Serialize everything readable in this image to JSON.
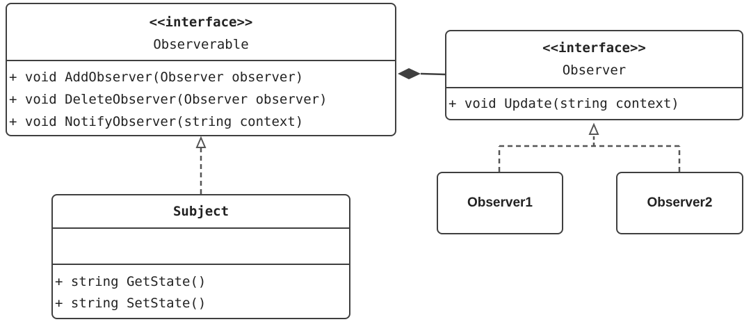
{
  "observerable": {
    "stereotype": "<<interface>>",
    "name": "Observerable",
    "methods": [
      "+ void AddObserver(Observer observer)",
      "+ void DeleteObserver(Observer observer)",
      "+ void NotifyObserver(string context)"
    ]
  },
  "observer": {
    "stereotype": "<<interface>>",
    "name": "Observer",
    "methods": [
      "+ void Update(string context)"
    ]
  },
  "subject": {
    "name": "Subject",
    "attributes": [],
    "methods": [
      "+ string GetState()",
      "+ string SetState()"
    ]
  },
  "observer1": {
    "name": "Observer1"
  },
  "observer2": {
    "name": "Observer2"
  },
  "colors": {
    "stroke": "#3f3f3f",
    "dashed": "#555555",
    "text": "#222222"
  }
}
